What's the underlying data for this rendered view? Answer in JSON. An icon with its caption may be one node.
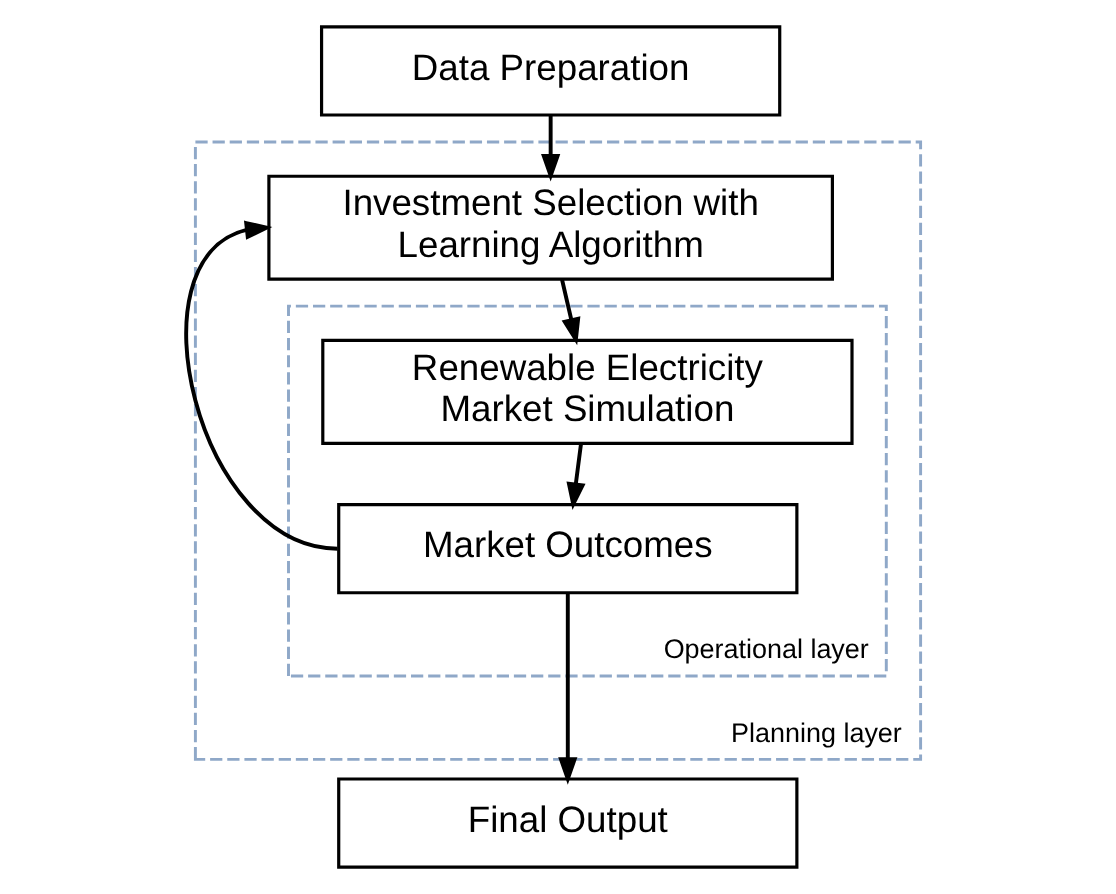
{
  "diagram": {
    "nodes": [
      {
        "text": [
          "Data Preparation"
        ]
      },
      {
        "text": [
          "Planning layer"
        ]
      },
      {
        "text": [
          "Investment Selection with Learning Algorithm"
        ],
        "in": 1
      },
      {
        "text": [
          "Operational layer"
        ],
        "in": 1
      },
      {
        "text": [
          "Renewable Electricity Market Simulation"
        ],
        "in": 3
      },
      {
        "text": [
          "Market Outcomes"
        ],
        "in": 3
      },
      {
        "text": [
          "Final Output"
        ]
      }
    ],
    "edges": [
      {
        "from": 0,
        "to": 2,
        "arrow": "to"
      },
      {
        "from": 2,
        "to": 4,
        "arrow": "to"
      },
      {
        "from": 4,
        "to": 5,
        "arrow": "to"
      },
      {
        "from": 5,
        "to": 2,
        "arrow": "to"
      },
      {
        "from": 5,
        "to": 6,
        "arrow": "to"
      }
    ]
  }
}
